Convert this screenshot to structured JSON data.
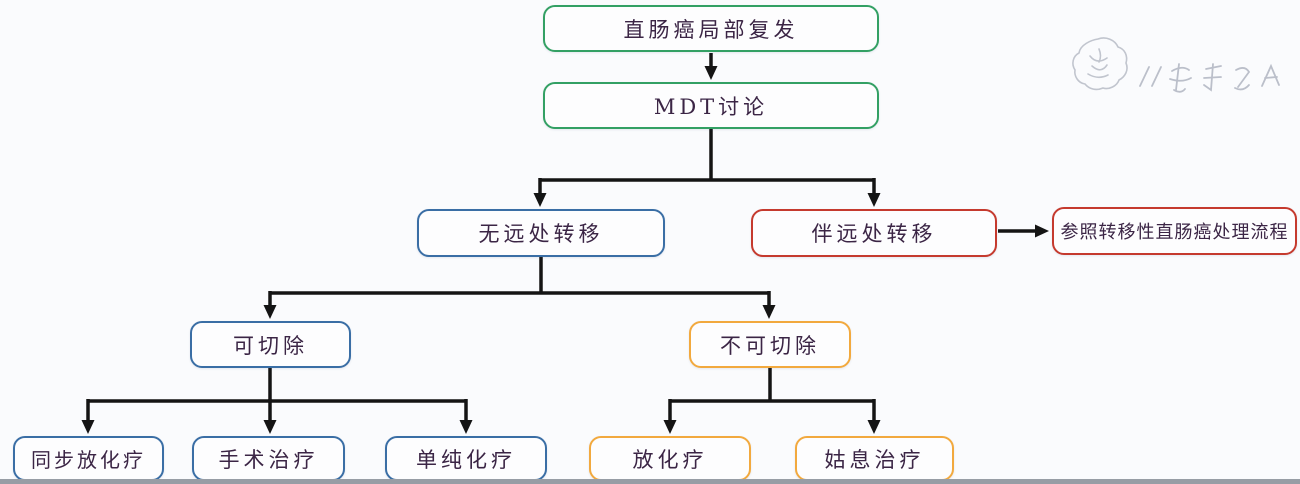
{
  "flowchart": {
    "nodes": {
      "root": {
        "label": "直肠癌局部复发",
        "border_color": "#33a064"
      },
      "mdt": {
        "label": "MDT讨论",
        "border_color": "#33a064"
      },
      "no_mets": {
        "label": "无远处转移",
        "border_color": "#3a6ea5"
      },
      "with_mets": {
        "label": "伴远处转移",
        "border_color": "#c53a2e"
      },
      "refer_mets": {
        "label": "参照转移性直肠癌处理流程",
        "border_color": "#c53a2e"
      },
      "resectable": {
        "label": "可切除",
        "border_color": "#3a6ea5"
      },
      "unresectable": {
        "label": "不可切除",
        "border_color": "#f2a93e"
      },
      "concurrent_crt": {
        "label": "同步放化疗",
        "border_color": "#3a6ea5"
      },
      "surgery": {
        "label": "手术治疗",
        "border_color": "#3a6ea5"
      },
      "chemo_only": {
        "label": "单纯化疗",
        "border_color": "#3a6ea5"
      },
      "crt": {
        "label": "放化疗",
        "border_color": "#f2a93e"
      },
      "palliative": {
        "label": "姑息治疗",
        "border_color": "#f2a93e"
      }
    },
    "edges": [
      {
        "from": "root",
        "to": "mdt"
      },
      {
        "from": "mdt",
        "to": "no_mets"
      },
      {
        "from": "mdt",
        "to": "with_mets"
      },
      {
        "from": "with_mets",
        "to": "refer_mets"
      },
      {
        "from": "no_mets",
        "to": "resectable"
      },
      {
        "from": "no_mets",
        "to": "unresectable"
      },
      {
        "from": "resectable",
        "to": "concurrent_crt"
      },
      {
        "from": "resectable",
        "to": "surgery"
      },
      {
        "from": "resectable",
        "to": "chemo_only"
      },
      {
        "from": "unresectable",
        "to": "crt"
      },
      {
        "from": "unresectable",
        "to": "palliative"
      }
    ],
    "colors": {
      "green": "#33a064",
      "blue": "#3a6ea5",
      "red": "#c53a2e",
      "orange": "#f2a93e",
      "text": "#3b2545",
      "connector": "#141414",
      "background": "#fafbfd"
    },
    "watermark": {
      "icon": "hand-drawn-seal-icon",
      "signature": "illegible-handwritten-signature"
    }
  }
}
